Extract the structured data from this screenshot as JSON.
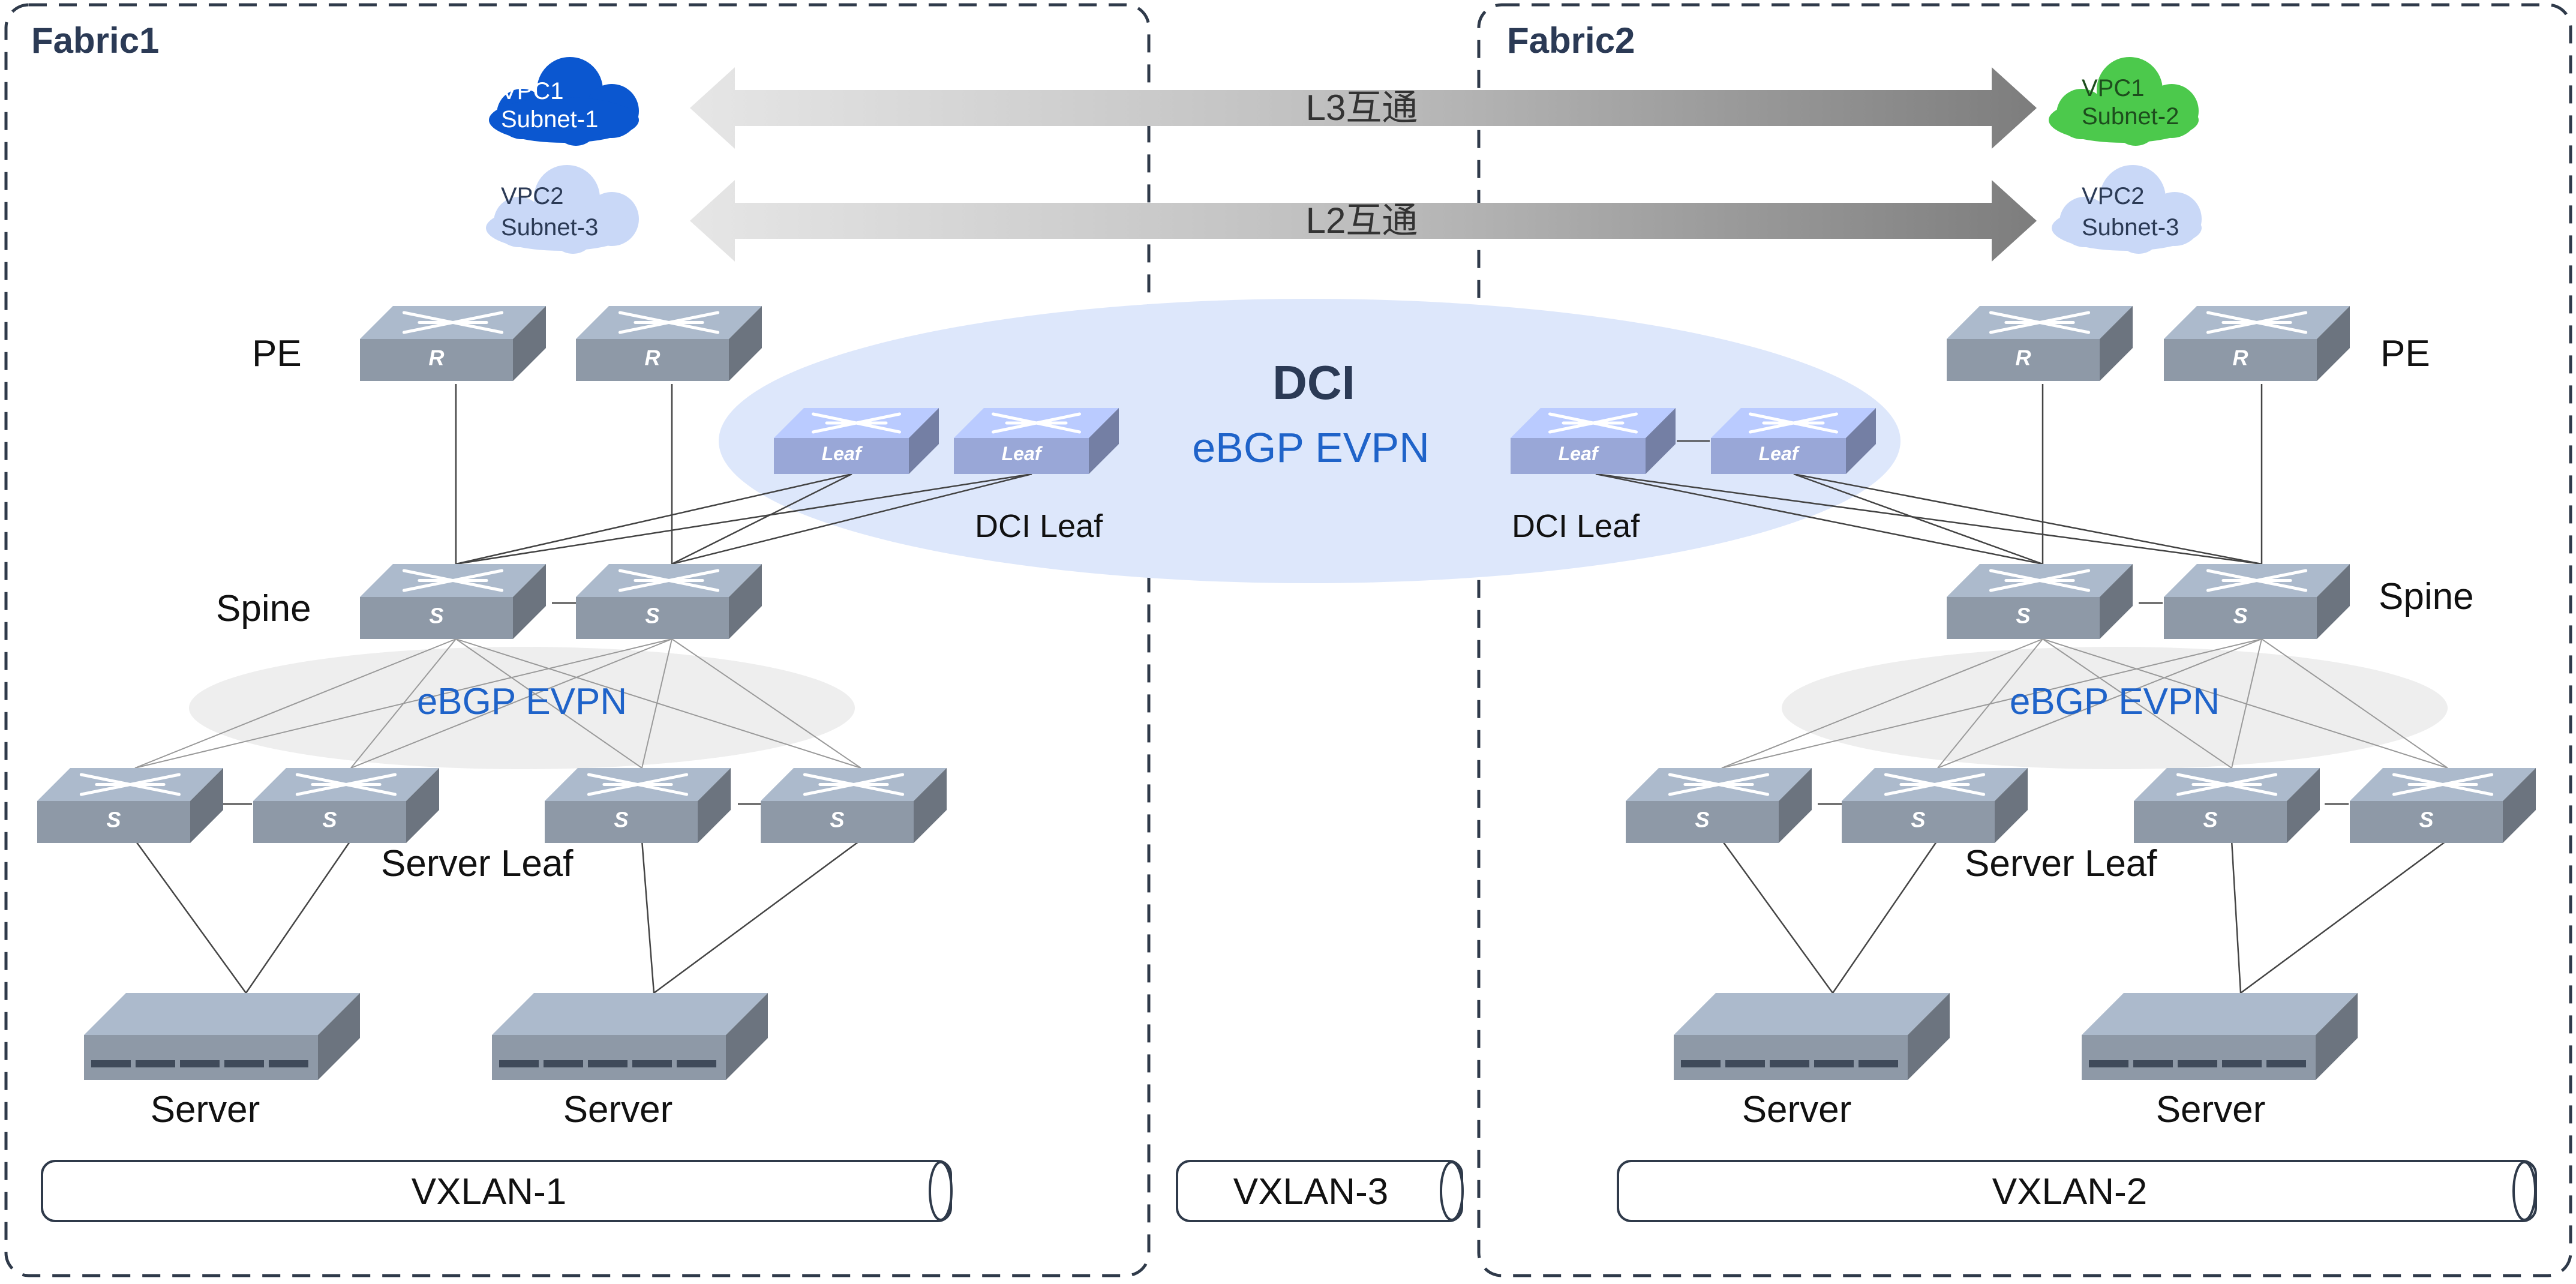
{
  "fabric1": {
    "title": "Fabric1"
  },
  "fabric2": {
    "title": "Fabric2"
  },
  "vpc": {
    "vpc1_fabric1": [
      "VPC1",
      "Subnet-1"
    ],
    "vpc2_fabric1": [
      "VPC2",
      "Subnet-3"
    ],
    "vpc1_fabric2": [
      "VPC1",
      "Subnet-2"
    ],
    "vpc2_fabric2": [
      "VPC2",
      "Subnet-3"
    ]
  },
  "arrows": {
    "l3": "L3互通",
    "l2": "L2互通"
  },
  "dci": {
    "title": "DCI",
    "protocol": "eBGP EVPN",
    "leaf_label": "DCI Leaf"
  },
  "labels": {
    "pe": "PE",
    "spine": "Spine",
    "server_leaf": "Server Leaf",
    "server": "Server",
    "fabric_protocol": "eBGP EVPN"
  },
  "device_marks": {
    "router": "R",
    "spine": "S",
    "leaf": "Leaf"
  },
  "tunnels": {
    "vxlan1": "VXLAN-1",
    "vxlan3": "VXLAN-3",
    "vxlan2": "VXLAN-2"
  },
  "colors": {
    "device_gray": "#9aa6b6",
    "dci_leaf": "#a6b5ea",
    "dci_ellipse": "#dde7fb",
    "evpn_text": "#1f63c9",
    "vpc1_subnet1_cloud": "#0b57d0",
    "vpc1_subnet2_cloud": "#4cc94c",
    "vpc2_cloud": "#c9d8f7",
    "border": "#2f3a4a"
  }
}
